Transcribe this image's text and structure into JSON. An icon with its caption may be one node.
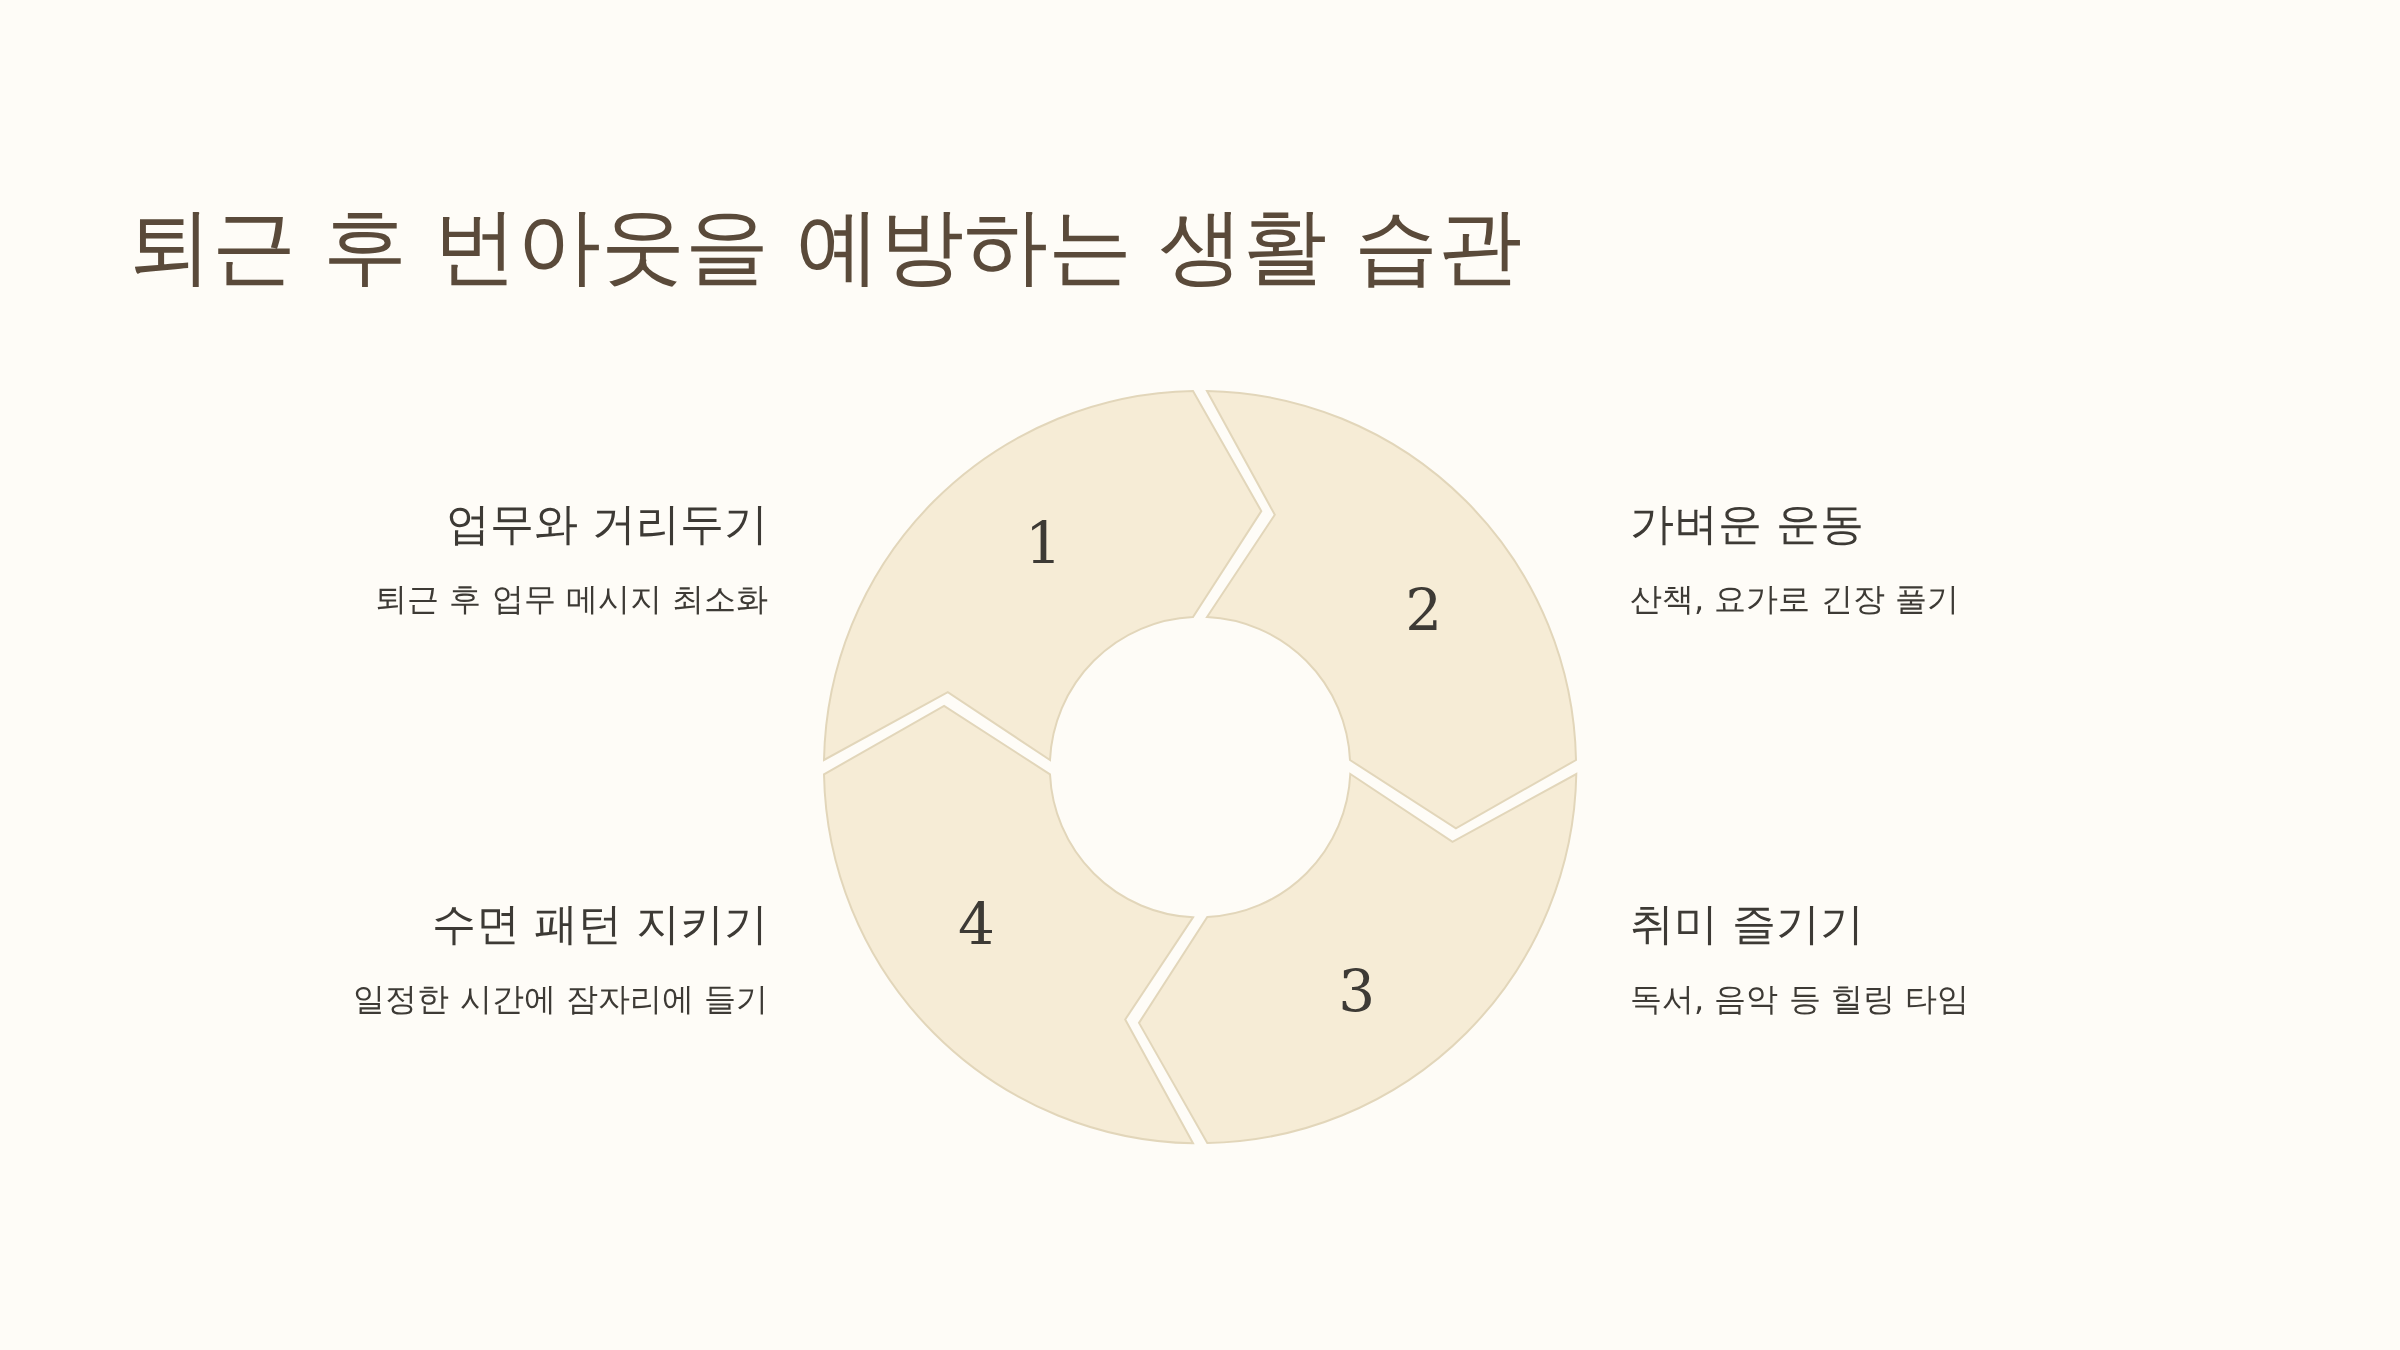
{
  "diagram": {
    "title": "퇴근 후 번아웃을 예방하는 생활 습관",
    "nodes": [
      {
        "text": [
          "1"
        ],
        "beside": [
          "업무와 거리두기",
          "퇴근 후 업무 메시지 최소화"
        ]
      },
      {
        "text": [
          "2"
        ],
        "beside": [
          "가벼운 운동",
          "산책, 요가로 긴장 풀기"
        ]
      },
      {
        "text": [
          "3"
        ],
        "beside": [
          "취미 즐기기",
          "독서, 음악 등 힐링 타임"
        ]
      },
      {
        "text": [
          "4"
        ],
        "beside": [
          "수면 패턴 지키기",
          "일정한 시간에 잠자리에 들기"
        ]
      }
    ]
  }
}
